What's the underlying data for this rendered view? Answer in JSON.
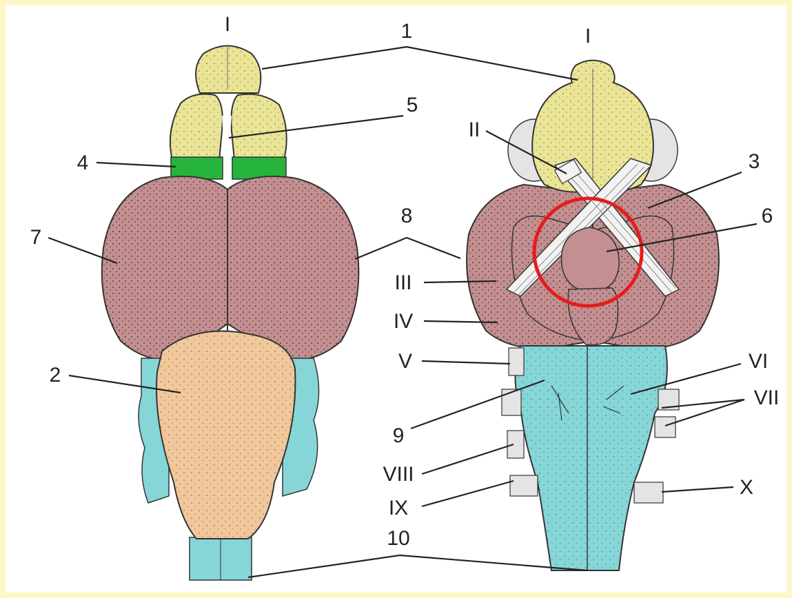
{
  "colors": {
    "background_border": "#fdf6c9",
    "olfactory_yellow": "#eae596",
    "green_band": "#27b43c",
    "hemisphere_pink": "#c38f90",
    "cerebellum_peach": "#f1c79c",
    "medulla_cyan": "#86d6d8",
    "optic_white": "#f2f2f2",
    "highlight_circle": "#e51c1c",
    "leader_lines": "#222222"
  },
  "labels": {
    "top_left_roman": "I",
    "top_right_roman": "I",
    "n1": "1",
    "n2": "2",
    "n3": "3",
    "n4": "4",
    "n5": "5",
    "n6": "6",
    "n7": "7",
    "n8": "8",
    "n9": "9",
    "n10": "10",
    "II": "II",
    "III": "III",
    "IV": "IV",
    "V": "V",
    "VI": "VI",
    "VII": "VII",
    "VIII": "VIII",
    "IX": "IX",
    "X": "X"
  }
}
